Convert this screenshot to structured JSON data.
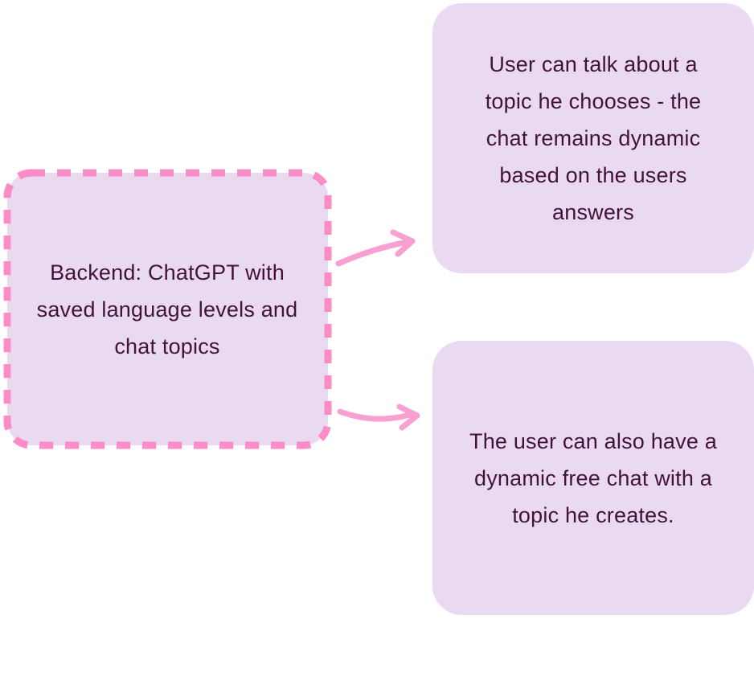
{
  "diagram": {
    "backend_box": {
      "text": "Backend: ChatGPT with saved language levels and chat topics",
      "lines": [
        "Backend: ChatGPT with",
        "saved language levels and",
        "chat topics"
      ]
    },
    "topic_chat_box": {
      "text": "User can talk about a topic he chooses - the chat remains dynamic based on the users answers",
      "lines": [
        "User can talk about a",
        "topic he chooses - the",
        "chat remains dynamic",
        "based on the users",
        "answers"
      ]
    },
    "free_chat_box": {
      "text": "The user can also have a dynamic free chat with a topic he creates.",
      "lines": [
        "The user can also have a",
        "dynamic free chat with a",
        "topic he creates."
      ]
    }
  },
  "colors": {
    "background": "#FFFFFF",
    "box_fill": "#EADAF1",
    "dashed_border": "#FB8CC8",
    "arrow": "#F8A0D2",
    "text": "#42123C"
  }
}
